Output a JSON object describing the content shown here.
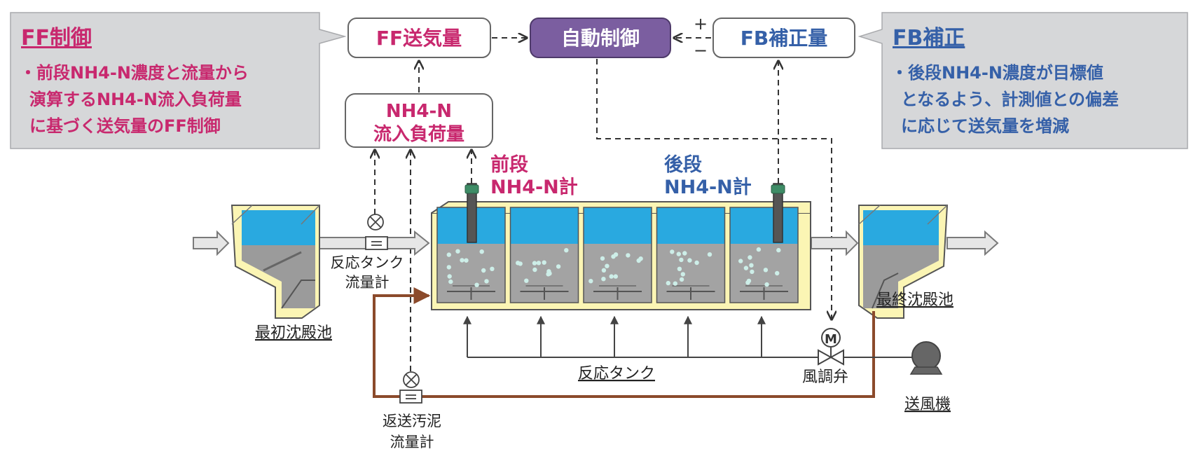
{
  "ff_callout": {
    "title": "FF制御",
    "lines": [
      "・前段NH4-N濃度と流量から",
      "演算するNH4-N流入負荷量",
      "に基づく送気量のFF制御"
    ]
  },
  "fb_callout": {
    "title": "FB補正",
    "lines": [
      "・後段NH4-N濃度が目標値",
      "となるよう、計測値との偏差",
      "に応じて送気量を増減"
    ]
  },
  "boxes": {
    "ff_air": "FF送気量",
    "auto_control": "自動制御",
    "fb_correction": "FB補正量",
    "load_line1": "NH4-N",
    "load_line2": "流入負荷量"
  },
  "signs": {
    "plus": "+",
    "minus": "−"
  },
  "sensors": {
    "front_line1": "前段",
    "front_line2": "NH4-N計",
    "rear_line1": "後段",
    "rear_line2": "NH4-N計"
  },
  "labels": {
    "primary_clarifier": "最初沈殿池",
    "tank_flowmeter_line1": "反応タンク",
    "tank_flowmeter_line2": "流量計",
    "reaction_tank": "反応タンク",
    "final_clarifier": "最終沈殿池",
    "air_valve": "風調弁",
    "blower": "送風機",
    "return_sludge_line1": "返送汚泥",
    "return_sludge_line2": "流量計",
    "motor": "M"
  },
  "colors": {
    "ff_pink": "#c8286e",
    "fb_blue": "#3560a8",
    "auto_purple": "#7b5ea0",
    "callout_gray": "#d6d7d9",
    "water_blue": "#29a9e0",
    "tank_yellow": "#fbf5b4",
    "sludge_brown": "#8b4a2b"
  }
}
